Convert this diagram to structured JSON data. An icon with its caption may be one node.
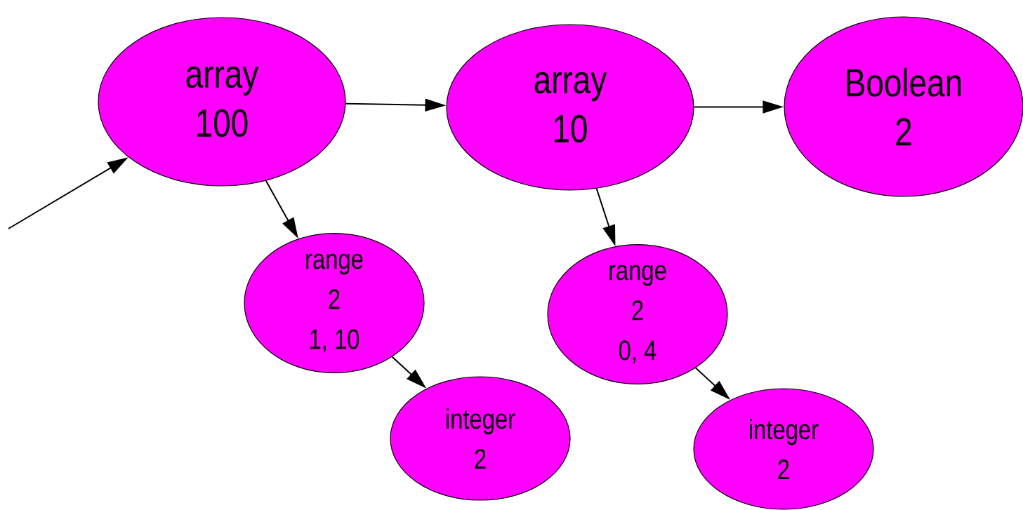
{
  "diagram": {
    "nodes": [
      {
        "text": [
          "array",
          "100"
        ]
      },
      {
        "text": [
          "array",
          "10"
        ]
      },
      {
        "text": [
          "Boolean",
          "2"
        ]
      },
      {
        "text": [
          "range",
          "2",
          "1, 10"
        ]
      },
      {
        "text": [
          "integer",
          "2"
        ]
      },
      {
        "text": [
          "range",
          "2",
          "0, 4"
        ]
      },
      {
        "text": [
          "integer",
          "2"
        ]
      }
    ],
    "edges": [
      {
        "from": null,
        "to": 0,
        "arrow": "to"
      },
      {
        "from": 0,
        "to": 1,
        "arrow": "to"
      },
      {
        "from": 1,
        "to": 2,
        "arrow": "to"
      },
      {
        "from": 0,
        "to": 3,
        "arrow": "to"
      },
      {
        "from": 1,
        "to": 5,
        "arrow": "to"
      },
      {
        "from": 3,
        "to": 4,
        "arrow": "to"
      },
      {
        "from": 5,
        "to": 6,
        "arrow": "to"
      }
    ]
  }
}
